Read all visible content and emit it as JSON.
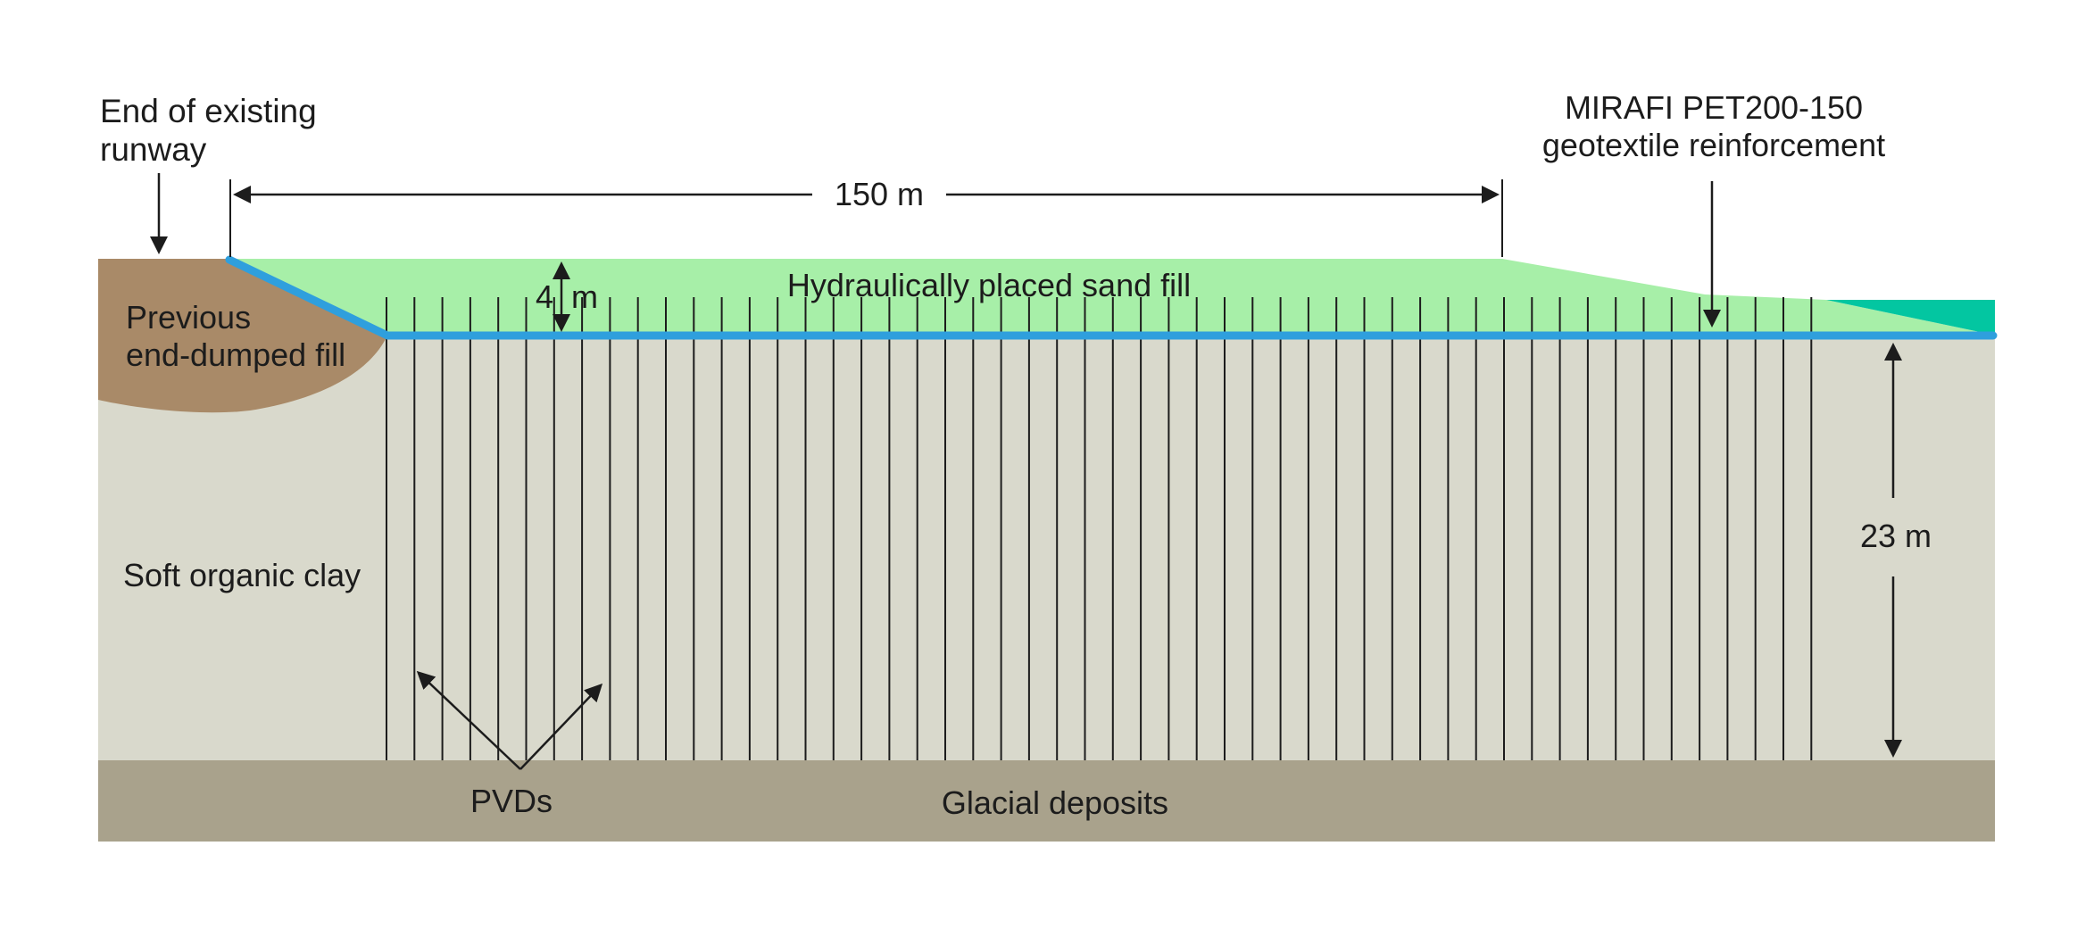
{
  "diagram": {
    "labels": {
      "end_runway": {
        "line1": "End of existing",
        "line2": "runway"
      },
      "mirafi": {
        "line1": "MIRAFI PET200-150",
        "line2": "geotextile reinforcement"
      },
      "sand_fill": "Hydraulically placed sand fill",
      "previous_fill": {
        "line1": "Previous",
        "line2": "end-dumped fill"
      },
      "soft_clay": "Soft organic clay",
      "pvds": "PVDs",
      "glacial": "Glacial deposits"
    },
    "dimensions": {
      "embankment_width": "150 m",
      "fill_thickness_value": "4",
      "fill_thickness_unit": "m",
      "clay_depth": "23 m"
    },
    "colors": {
      "background": "#ffffff",
      "sand_fill": "#a7efa8",
      "water": "#03c6a1",
      "geotextile": "#2f9fdd",
      "previous_fill": "#a98a68",
      "soft_clay": "#d9d9cc",
      "glacial": "#a9a28c",
      "ink": "#1c1c1c"
    }
  }
}
